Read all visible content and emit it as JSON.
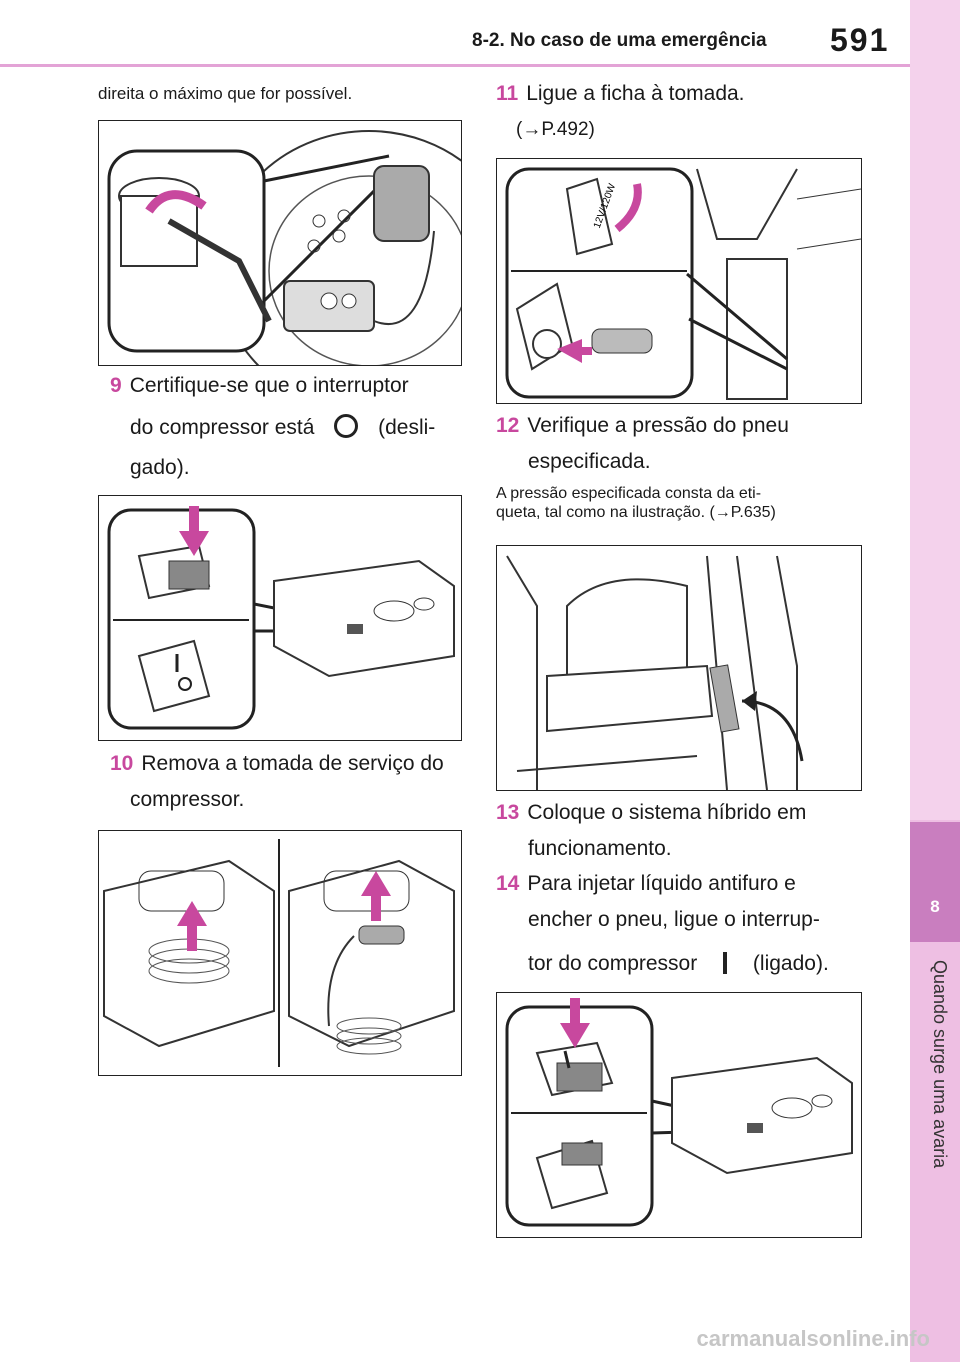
{
  "header": {
    "title": "8-2. No caso de uma emergência",
    "page_number": "591"
  },
  "side_tab": {
    "chapter_number": "8",
    "chapter_title": "Quando surge uma avaria"
  },
  "left_column": {
    "intro_text": "direita o máximo que for possível.",
    "step9": {
      "num": "9",
      "line1": "Certifique-se que o interruptor",
      "line2a": "do compressor está",
      "line2b": "(desli-",
      "line3": "gado)."
    },
    "step10": {
      "num": "10",
      "line1": "Remova a tomada de serviço do",
      "line2": "compressor."
    }
  },
  "right_column": {
    "step11": {
      "num": "11",
      "line1": "Ligue a ficha à tomada.",
      "line2": "(→P.492)"
    },
    "plug_label": "12V/120W",
    "step12": {
      "num": "12",
      "line1": "Verifique a pressão do pneu",
      "line2": "especificada."
    },
    "note12": {
      "line1": "A pressão especificada consta da eti-",
      "line2": "queta, tal como na ilustração. (→P.635)"
    },
    "step13": {
      "num": "13",
      "line1": "Coloque o sistema híbrido em",
      "line2": "funcionamento."
    },
    "step14": {
      "num": "14",
      "line1": "Para injetar líquido antifuro e",
      "line2": "encher o pneu, ligue o interrup-",
      "line3a": "tor do compressor",
      "line3b": "(ligado)."
    }
  },
  "watermark": "carmanualsonline.info"
}
